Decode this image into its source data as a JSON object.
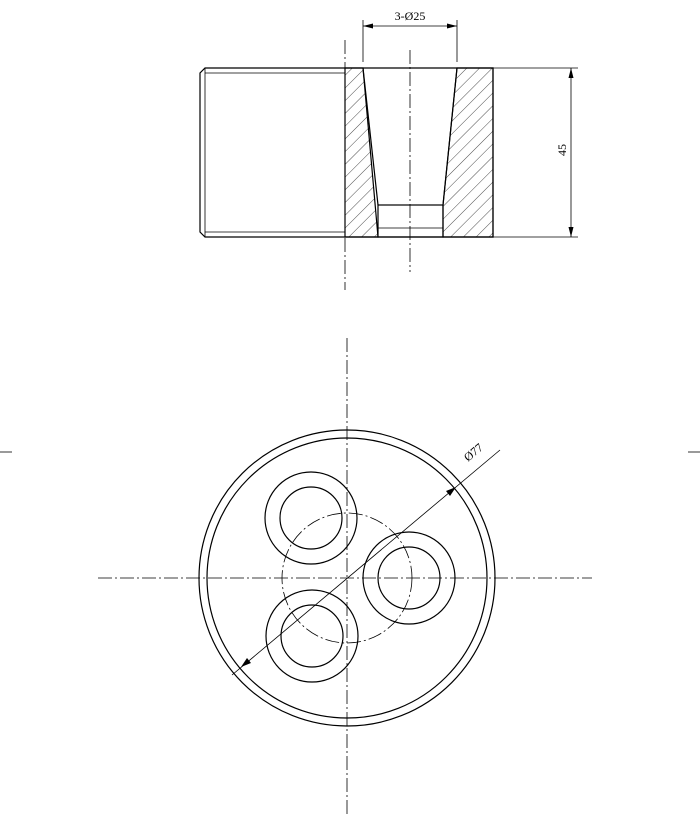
{
  "dimensions": {
    "hole_callout": "3-Ø25",
    "height": "45",
    "diameter": "Ø77"
  }
}
